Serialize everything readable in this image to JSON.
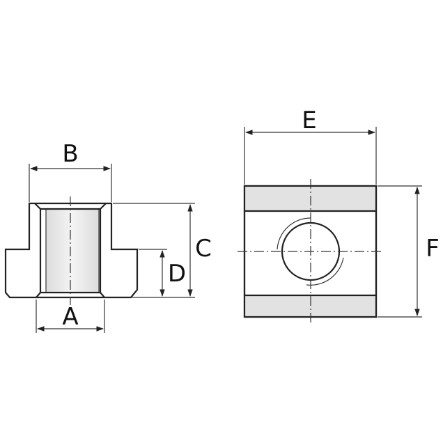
{
  "labels": {
    "A": "A",
    "B": "B",
    "C": "C",
    "D": "D",
    "E": "E",
    "F": "F"
  },
  "colors": {
    "outline": "#222222",
    "body_fill": "#f3f3f3",
    "band_fill": "#e0e0e0",
    "hatch": "#555555",
    "bore_fill": "#e8e8e8"
  }
}
